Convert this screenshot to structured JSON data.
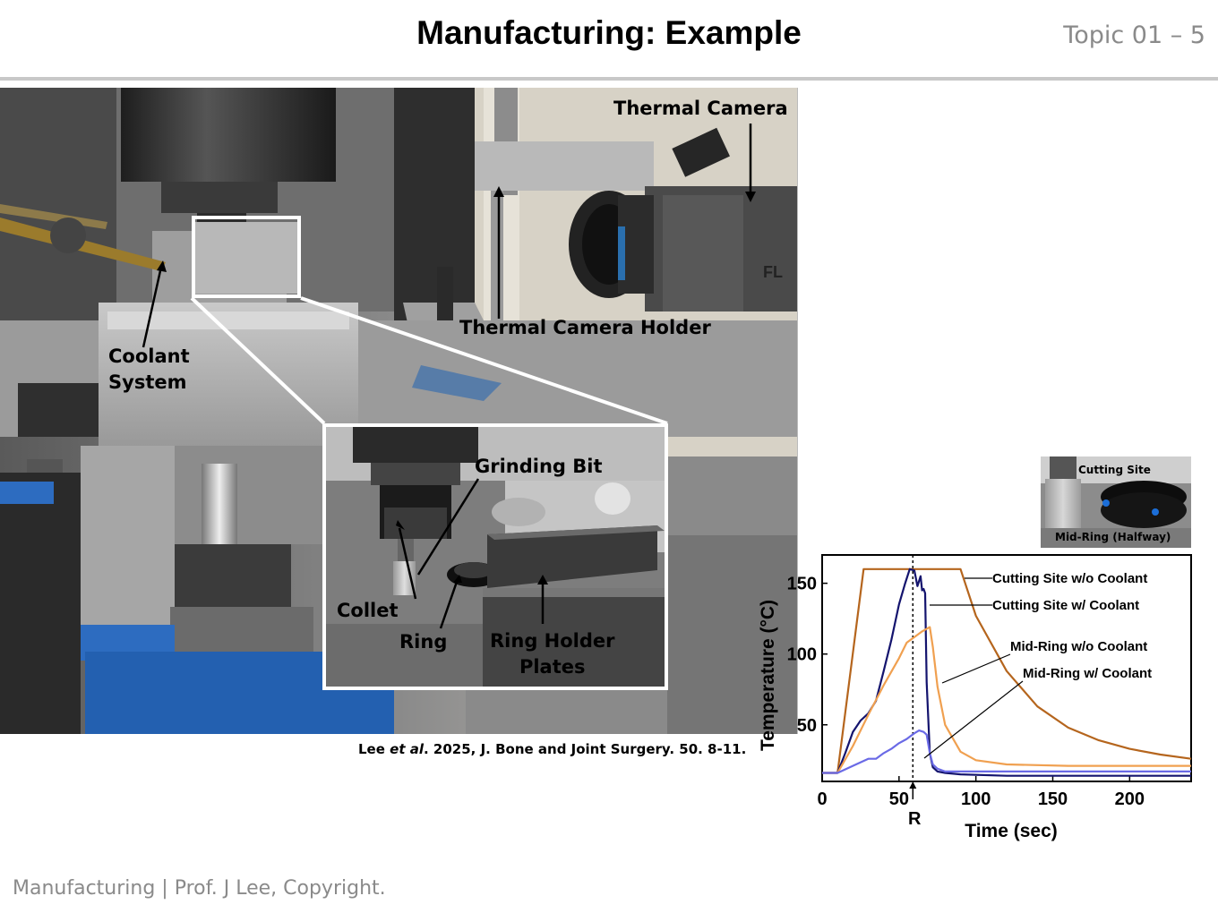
{
  "header": {
    "title": "Manufacturing: Example",
    "topic": "Topic 01 – 5"
  },
  "footer": {
    "text": "Manufacturing | Prof. J Lee, Copyright."
  },
  "photo": {
    "labels": {
      "thermal_camera": "Thermal Camera",
      "thermal_camera_holder": "Thermal Camera Holder",
      "coolant_line1": "Coolant",
      "coolant_line2": "System",
      "brand_fragment": "FL"
    },
    "inset": {
      "grinding_bit": "Grinding Bit",
      "collet": "Collet",
      "ring": "Ring",
      "ring_holder_line1": "Ring Holder",
      "ring_holder_line2": "Plates"
    }
  },
  "citation": {
    "authors": "Lee ",
    "etal": "et al",
    "rest": ". 2025, J. Bone and Joint Surgery. 50. 8-11."
  },
  "plot_inset": {
    "cutting_site": "Cutting Site",
    "mid_ring": "Mid-Ring (Halfway)"
  },
  "colors": {
    "dark_orange": "#b5651d",
    "light_orange": "#f0a050",
    "navy": "#14146e",
    "blue": "#6a6ae6"
  },
  "chart_data": {
    "type": "line",
    "xlabel": "Time (sec)",
    "ylabel": "Temperature (°C)",
    "xlim": [
      0,
      240
    ],
    "ylim": [
      10,
      170
    ],
    "xticks": [
      0,
      50,
      100,
      150,
      200
    ],
    "yticks": [
      50,
      100,
      150
    ],
    "marker": {
      "x": 59,
      "label": "R"
    },
    "series": [
      {
        "name": "Cutting Site w/o Coolant",
        "color": "#b5651d",
        "x": [
          0,
          10,
          27,
          90,
          100,
          120,
          140,
          160,
          180,
          200,
          220,
          240
        ],
        "y": [
          16,
          16,
          160,
          160,
          127,
          88,
          63,
          48,
          39,
          33,
          29,
          26
        ]
      },
      {
        "name": "Cutting Site w/ Coolant",
        "color": "#14146e",
        "x": [
          0,
          10,
          15,
          20,
          25,
          30,
          35,
          40,
          45,
          50,
          54,
          57,
          60,
          62,
          64,
          65,
          66,
          67,
          68,
          70,
          72,
          75,
          80,
          90,
          120,
          160,
          200,
          240
        ],
        "y": [
          16,
          16,
          30,
          45,
          53,
          58,
          67,
          88,
          110,
          135,
          150,
          160,
          159,
          148,
          155,
          145,
          146,
          143,
          80,
          30,
          20,
          17,
          16,
          15,
          14,
          14,
          14,
          14
        ]
      },
      {
        "name": "Mid-Ring w/o Coolant",
        "color": "#f0a050",
        "x": [
          0,
          10,
          20,
          30,
          40,
          50,
          55,
          60,
          65,
          70,
          72,
          75,
          80,
          90,
          100,
          120,
          160,
          200,
          240
        ],
        "y": [
          16,
          16,
          35,
          57,
          78,
          97,
          108,
          112,
          116,
          119,
          105,
          77,
          50,
          31,
          25,
          22,
          21,
          21,
          21
        ]
      },
      {
        "name": "Mid-Ring w/ Coolant",
        "color": "#6a6ae6",
        "x": [
          0,
          10,
          20,
          30,
          35,
          40,
          45,
          50,
          55,
          60,
          63,
          66,
          68,
          70,
          72,
          75,
          80,
          90,
          120,
          160,
          200,
          240
        ],
        "y": [
          16,
          16,
          21,
          26,
          26,
          30,
          33,
          37,
          40,
          44,
          46,
          45,
          43,
          30,
          22,
          19,
          17,
          17,
          17,
          17,
          17,
          17
        ]
      }
    ]
  }
}
